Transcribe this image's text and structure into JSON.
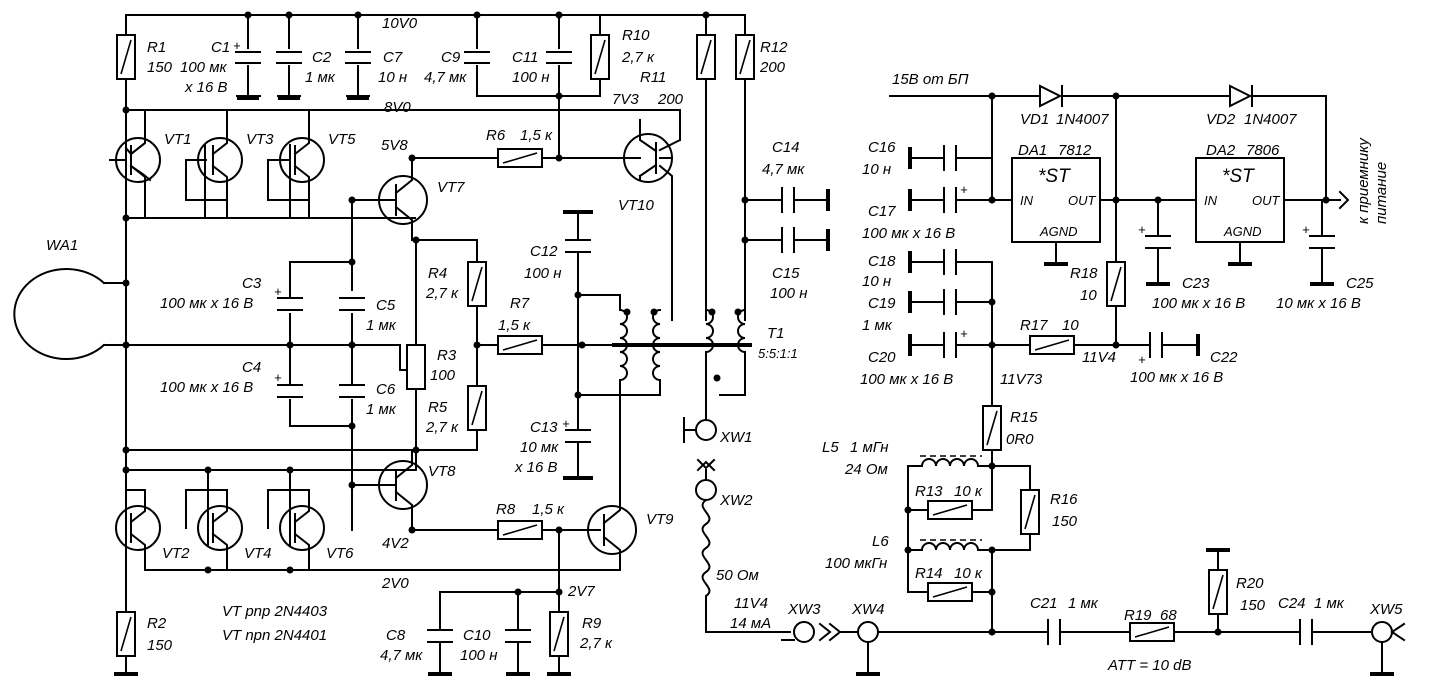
{
  "components": {
    "WA1": "WA1",
    "R1": {
      "ref": "R1",
      "value": "150"
    },
    "R2": {
      "ref": "R2",
      "value": "150"
    },
    "C1": {
      "ref": "C1",
      "value": "100 мк",
      "rating": "х 16 В"
    },
    "C2": {
      "ref": "C2",
      "value": "1 мк"
    },
    "C7": {
      "ref": "C7",
      "value": "10 н"
    },
    "C9": {
      "ref": "C9",
      "value": "4,7 мк"
    },
    "C11": {
      "ref": "C11",
      "value": "100 н"
    },
    "R10": {
      "ref": "R10",
      "value": "2,7 к"
    },
    "R11": {
      "ref": "R11",
      "value": "200"
    },
    "R12": {
      "ref": "R12",
      "value": "200"
    },
    "C14": {
      "ref": "C14",
      "value": "4,7 мк"
    },
    "C15": {
      "ref": "C15",
      "value": "100 н"
    },
    "R6": {
      "ref": "R6",
      "value": "1,5 к"
    },
    "R7": {
      "ref": "R7",
      "value": "1,5 к"
    },
    "R8": {
      "ref": "R8",
      "value": "1,5 к"
    },
    "R4": {
      "ref": "R4",
      "value": "2,7 к"
    },
    "R5": {
      "ref": "R5",
      "value": "2,7 к"
    },
    "R3": {
      "ref": "R3",
      "value": "100"
    },
    "C3": {
      "ref": "C3",
      "value": "100 мк х 16 В"
    },
    "C4": {
      "ref": "C4",
      "value": "100 мк х 16 В"
    },
    "C5": {
      "ref": "C5",
      "value": "1 мк"
    },
    "C6": {
      "ref": "C6",
      "value": "1 мк"
    },
    "C12": {
      "ref": "C12",
      "value": "100 н"
    },
    "C13": {
      "ref": "C13",
      "value": "10 мк",
      "rating": "х 16 В"
    },
    "C8": {
      "ref": "C8",
      "value": "4,7 мк"
    },
    "C10": {
      "ref": "C10",
      "value": "100 н"
    },
    "R9": {
      "ref": "R9",
      "value": "2,7 к"
    },
    "T1": {
      "ref": "T1",
      "ratio": "5:5:1:1"
    },
    "XW1": "XW1",
    "XW2": "XW2",
    "XW3": "XW3",
    "XW4": "XW4",
    "XW5": "XW5",
    "VT1": "VT1",
    "VT2": "VT2",
    "VT3": "VT3",
    "VT4": "VT4",
    "VT5": "VT5",
    "VT6": "VT6",
    "VT7": "VT7",
    "VT8": "VT8",
    "VT9": "VT9",
    "VT10": "VT10",
    "VD1": {
      "ref": "VD1",
      "part": "1N4007"
    },
    "VD2": {
      "ref": "VD2",
      "part": "1N4007"
    },
    "DA1": {
      "ref": "DA1",
      "part": "7812"
    },
    "DA2": {
      "ref": "DA2",
      "part": "7806"
    },
    "C16": {
      "ref": "C16",
      "value": "10 н"
    },
    "C17": {
      "ref": "C17",
      "value": "100 мк х 16 В"
    },
    "C18": {
      "ref": "C18",
      "value": "10 н"
    },
    "C19": {
      "ref": "C19",
      "value": "1 мк"
    },
    "C20": {
      "ref": "C20",
      "value": "100 мк х 16 В"
    },
    "C22": {
      "ref": "C22",
      "value": "100 мк х 16 В"
    },
    "C23": {
      "ref": "C23",
      "value": "100 мк х 16 В"
    },
    "C25": {
      "ref": "C25",
      "value": "10 мк х 16 В"
    },
    "R17": {
      "ref": "R17",
      "value": "10"
    },
    "R18": {
      "ref": "R18",
      "value": "10"
    },
    "R15": {
      "ref": "R15",
      "value": "0R0"
    },
    "R16": {
      "ref": "R16",
      "value": "150"
    },
    "R13": {
      "ref": "R13",
      "value": "10 к"
    },
    "R14": {
      "ref": "R14",
      "value": "10 к"
    },
    "L5": {
      "ref": "L5",
      "value": "1 мГн",
      "resistance": "24 Ом"
    },
    "L6": {
      "ref": "L6",
      "value": "100 мкГн"
    },
    "C21": {
      "ref": "C21",
      "value": "1 мк"
    },
    "C24": {
      "ref": "C24",
      "value": "1 мк"
    },
    "R19": {
      "ref": "R19",
      "value": "68"
    },
    "R20": {
      "ref": "R20",
      "value": "150"
    }
  },
  "voltages": {
    "v10v0": "10V0",
    "v8v0": "8V0",
    "v7v3": "7V3",
    "v5v8": "5V8",
    "v4v2": "4V2",
    "v2v0": "2V0",
    "v2v7": "2V7",
    "v11v4a": "11V4",
    "v11v73": "11V73",
    "v11v4b": "11V4",
    "i14ma": "14 мА"
  },
  "regulator_pins": {
    "in": "IN",
    "out": "OUT",
    "gnd": "AGND",
    "st": "*ST"
  },
  "notes": {
    "psu_input": "15В от БП",
    "to_receiver": "к приемнику",
    "power": "питание",
    "cable": "50 Ом",
    "att": "ATT = 10 dB",
    "pnp": "VT pnp 2N4403",
    "npn": "VT npn 2N4401"
  }
}
